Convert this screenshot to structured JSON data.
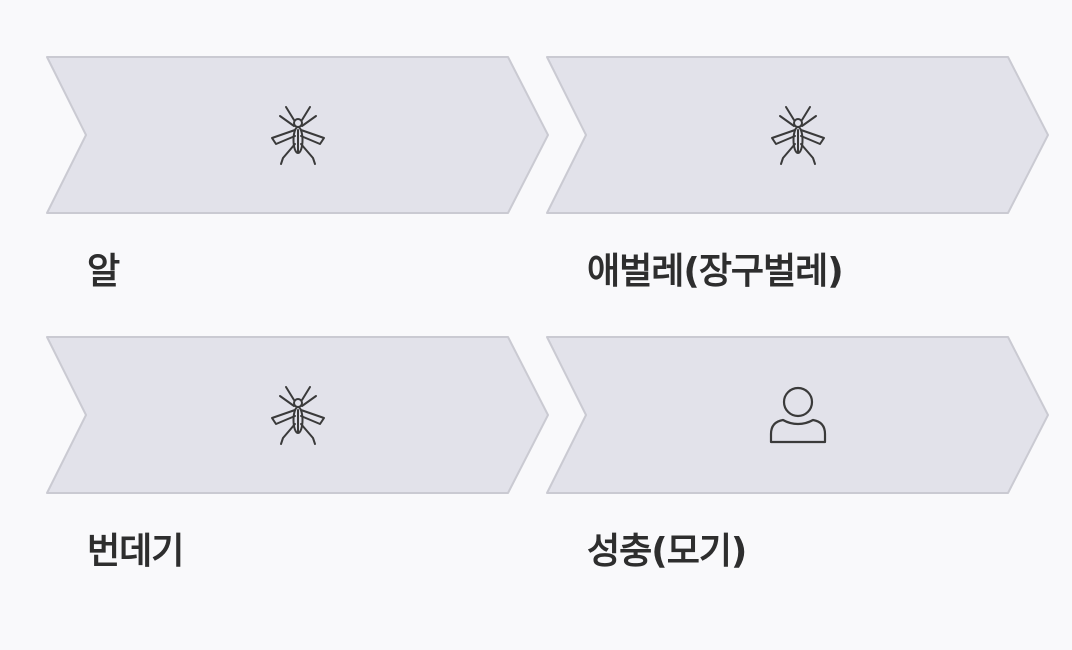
{
  "colors": {
    "background": "#f9f9fb",
    "chevron_fill": "#e2e2ea",
    "chevron_stroke": "#cacad2",
    "icon_stroke": "#3a3a3a",
    "label_text": "#2e2e2e"
  },
  "stages": [
    {
      "label": "알",
      "icon": "mosquito-icon"
    },
    {
      "label": "애벌레(장구벌레)",
      "icon": "mosquito-icon"
    },
    {
      "label": "번데기",
      "icon": "mosquito-icon"
    },
    {
      "label": "성충(모기)",
      "icon": "user-icon"
    }
  ]
}
